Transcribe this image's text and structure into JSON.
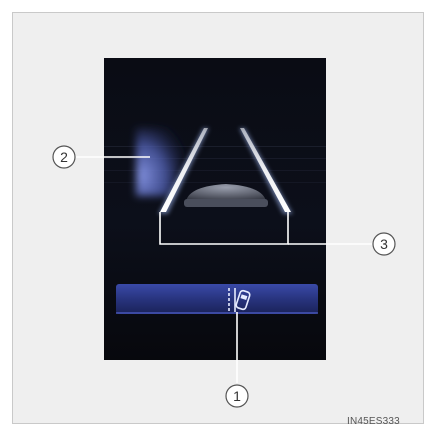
{
  "colors": {
    "frame_background": "#efefef",
    "frame_border": "#c9c9c9",
    "display_background": "#0a0c14",
    "lane_line": "#ffffff",
    "lane_glow": "#9fb6f0",
    "side_highlight": "#5a6fd0",
    "indicator_bar": "#2e3a8c",
    "callout_line": "#ffffff",
    "callout_text": "#333333"
  },
  "callouts": [
    {
      "number": "1",
      "target": "indicator-icon"
    },
    {
      "number": "2",
      "target": "side-highlight"
    },
    {
      "number": "3",
      "target": "lane-lines"
    }
  ],
  "indicator": {
    "icon": "lane-departure-car-icon"
  },
  "figure_code": "IN45ES333"
}
